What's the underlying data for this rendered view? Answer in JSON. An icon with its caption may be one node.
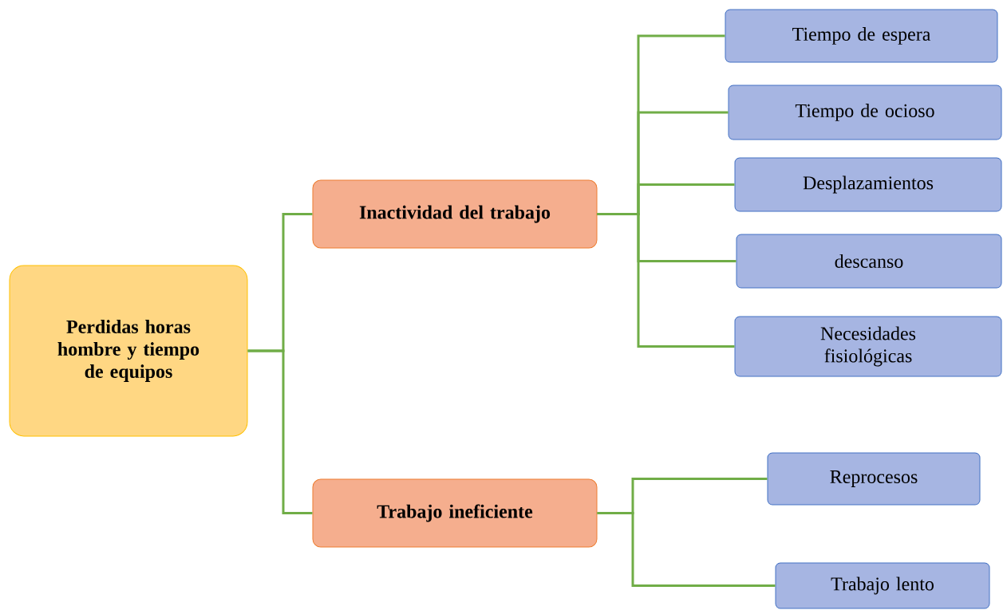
{
  "diagram": {
    "nodes": [
      {
        "text": [
          "Perdidas horas hombre y tiempo de equipos"
        ]
      },
      {
        "text": [
          "Inactividad del trabajo"
        ]
      },
      {
        "text": [
          "Trabajo ineficiente"
        ]
      },
      {
        "text": [
          "Tiempo de espera"
        ]
      },
      {
        "text": [
          "Tiempo de ocioso"
        ]
      },
      {
        "text": [
          "Desplazamientos"
        ]
      },
      {
        "text": [
          "descanso"
        ]
      },
      {
        "text": [
          "Necesidades fisiológicas"
        ]
      },
      {
        "text": [
          "Reprocesos"
        ]
      },
      {
        "text": [
          "Trabajo lento"
        ]
      }
    ],
    "edges": [
      {
        "from": 0,
        "to": 1,
        "arrow": "none"
      },
      {
        "from": 0,
        "to": 2,
        "arrow": "none"
      },
      {
        "from": 1,
        "to": 3,
        "arrow": "none"
      },
      {
        "from": 1,
        "to": 4,
        "arrow": "none"
      },
      {
        "from": 1,
        "to": 5,
        "arrow": "none"
      },
      {
        "from": 1,
        "to": 6,
        "arrow": "none"
      },
      {
        "from": 1,
        "to": 7,
        "arrow": "none"
      },
      {
        "from": 2,
        "to": 8,
        "arrow": "none"
      },
      {
        "from": 2,
        "to": 9,
        "arrow": "none"
      }
    ]
  }
}
